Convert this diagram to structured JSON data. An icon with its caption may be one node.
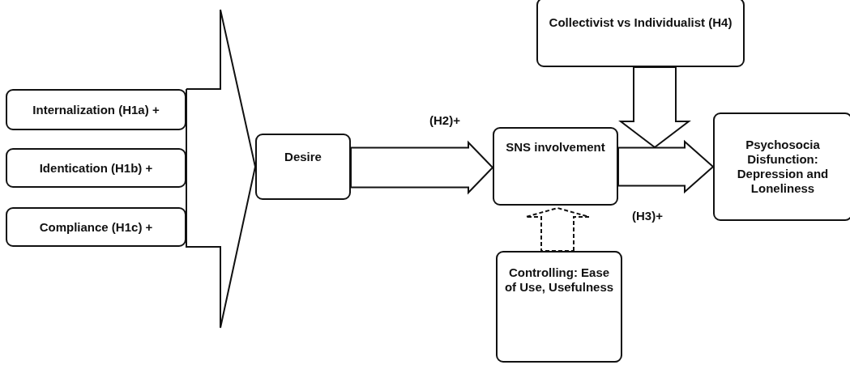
{
  "diagram": {
    "nodes": [
      {
        "text": [
          "Internalization (H1a) +"
        ]
      },
      {
        "text": [
          "Identication (H1b) +"
        ]
      },
      {
        "text": [
          "Compliance (H1c) +"
        ]
      },
      {
        "text": [
          "Desire"
        ]
      },
      {
        "text": [
          "SNS involvement"
        ]
      },
      {
        "text": [
          "Collectivist vs Individualist (H4)"
        ]
      },
      {
        "text": [
          "Psychosocia Disfunction: Depression and Loneliness"
        ]
      },
      {
        "text": [
          "Controlling: Ease of Use, Usefulness"
        ]
      }
    ],
    "edges": [
      {
        "from": 0,
        "to": 3,
        "arrow": "to"
      },
      {
        "from": 1,
        "to": 3,
        "arrow": "to"
      },
      {
        "from": 2,
        "to": 3,
        "arrow": "to"
      },
      {
        "from": 3,
        "to": 4,
        "arrow": "to",
        "label": "(H2)+"
      },
      {
        "from": 4,
        "to": 6,
        "arrow": "to",
        "label": "(H3)+"
      },
      {
        "from": 5,
        "to": null,
        "arrow": "to"
      },
      {
        "from": 7,
        "to": 4,
        "arrow": "to",
        "style": "dashed"
      }
    ]
  }
}
